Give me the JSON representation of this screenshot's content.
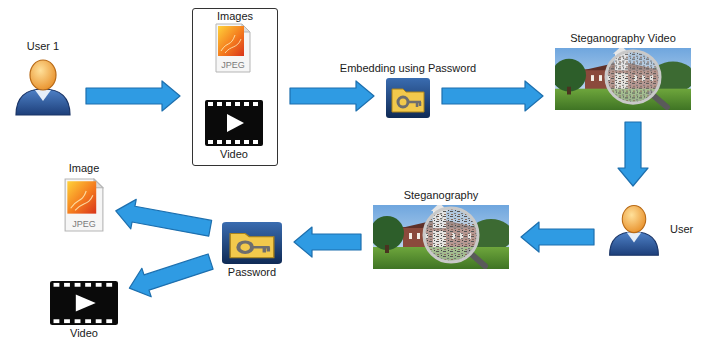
{
  "diagram": {
    "nodes": [
      {
        "text": [
          "User 1"
        ]
      },
      {
        "text": [
          "Images"
        ]
      },
      {
        "text": [
          "JPEG"
        ],
        "in": 1
      },
      {
        "text": [
          "Video"
        ],
        "in": 1
      },
      {
        "text": [
          "Embedding using Password"
        ]
      },
      {
        "text": [
          "Steganography Video"
        ]
      },
      {
        "text": [
          "User"
        ]
      },
      {
        "text": [
          "Steganography"
        ]
      },
      {
        "text": [
          "Password"
        ]
      },
      {
        "text": [
          "Image",
          "JPEG"
        ]
      },
      {
        "text": [
          "Video"
        ]
      }
    ],
    "edges": [
      {
        "from": 0,
        "to": 1,
        "arrow": "to"
      },
      {
        "from": 1,
        "to": 4,
        "arrow": "to"
      },
      {
        "from": 4,
        "to": 5,
        "arrow": "to"
      },
      {
        "from": 5,
        "to": 6,
        "arrow": "to"
      },
      {
        "from": 6,
        "to": 7,
        "arrow": "to"
      },
      {
        "from": 7,
        "to": 8,
        "arrow": "to"
      },
      {
        "from": 8,
        "to": 9,
        "arrow": "to"
      },
      {
        "from": 8,
        "to": 10,
        "arrow": "to"
      }
    ]
  }
}
